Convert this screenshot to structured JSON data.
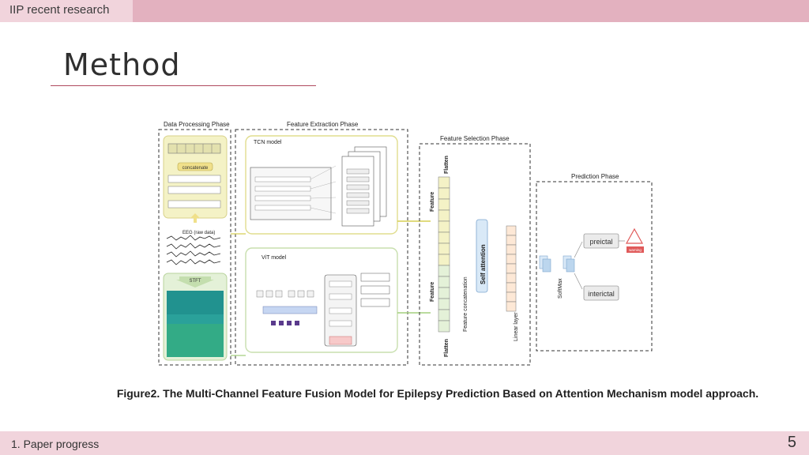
{
  "header": {
    "section": "IIP recent research"
  },
  "slide": {
    "title": "Method"
  },
  "figure": {
    "phases": {
      "data_processing": "Data Processing Phase",
      "feature_extraction": "Feature Extraction Phase",
      "feature_selection": "Feature Selection Phase",
      "prediction": "Prediction Phase"
    },
    "labels": {
      "tcn_model": "TCN model",
      "vit_model": "ViT model",
      "concatenate": "concatenate",
      "eeg": "EEG (raw data)",
      "stft": "STFT",
      "flatten_top": "Flatten",
      "flatten_bottom": "Flatten",
      "feature_top": "Feature",
      "feature_bottom": "Feature",
      "feature_concatenation": "Feature concatenation",
      "self_attention": "Self attention",
      "linear_layer": "Linear layer",
      "softmax": "SoftMax",
      "preictal": "preictal",
      "interictal": "interictal",
      "warning": "warning"
    },
    "colors": {
      "yellow_fill": "#f4f2c6",
      "green_fill": "#e4f1d8",
      "blue_fill": "#d9e9f7",
      "peach_fill": "#fde8d6",
      "red": "#e05a5a"
    }
  },
  "caption": "Figure2. The Multi-Channel Feature Fusion Model for Epilepsy Prediction Based on Attention Mechanism model approach.",
  "footer": {
    "section": "1. Paper progress",
    "page": "5"
  }
}
